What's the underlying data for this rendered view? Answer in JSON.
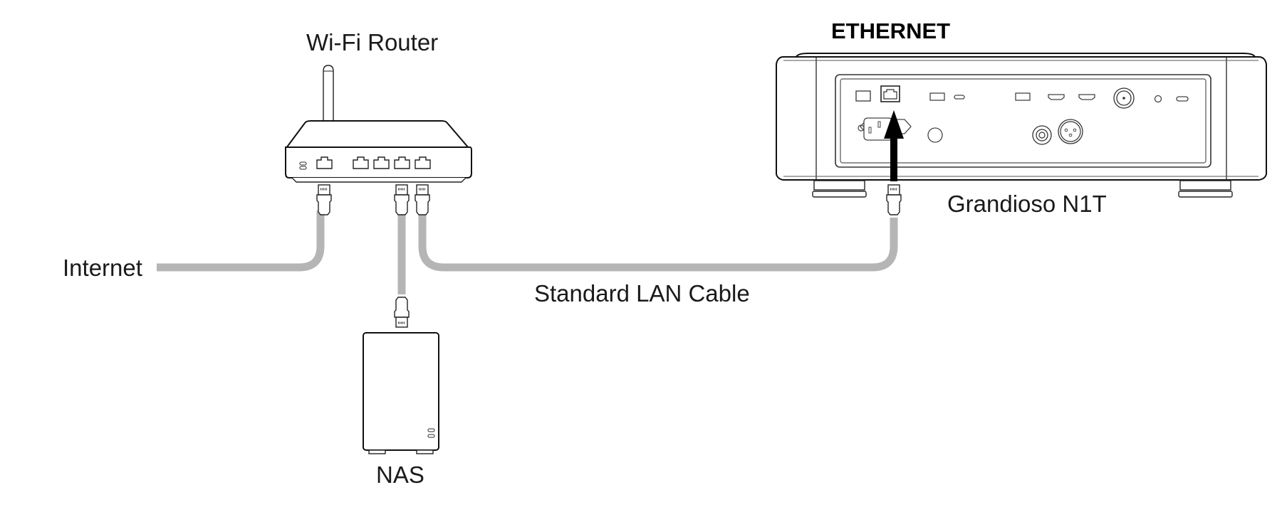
{
  "labels": {
    "router": "Wi-Fi Router",
    "internet": "Internet",
    "nas": "NAS",
    "cable": "Standard LAN Cable",
    "ethernet": "ETHERNET",
    "device": "Grandioso N1T"
  },
  "colors": {
    "cable": "#b5b5b5",
    "outline": "#111111",
    "arrow": "#000000",
    "background": "#ffffff"
  },
  "router": {
    "lan_ports": 4,
    "wan_ports": 1,
    "status_leds": 2
  },
  "device_rear_panel": {
    "top_row": [
      "optical-port",
      "ethernet-port",
      "usb-a-port",
      "usb-c-port",
      "usb-a-port",
      "hdmi-port",
      "hdmi-port",
      "bnc-port",
      "headphone-jack",
      "usb-c-port"
    ],
    "bottom_row": [
      "ac-inlet",
      "ground-terminal",
      "rca-coaxial",
      "xlr-balanced"
    ],
    "highlighted_port": "ethernet-port"
  },
  "connections": [
    {
      "from": "Internet",
      "to": "Wi-Fi Router"
    },
    {
      "from": "Wi-Fi Router",
      "to": "NAS"
    },
    {
      "from": "Wi-Fi Router",
      "to": "Grandioso N1T"
    }
  ]
}
